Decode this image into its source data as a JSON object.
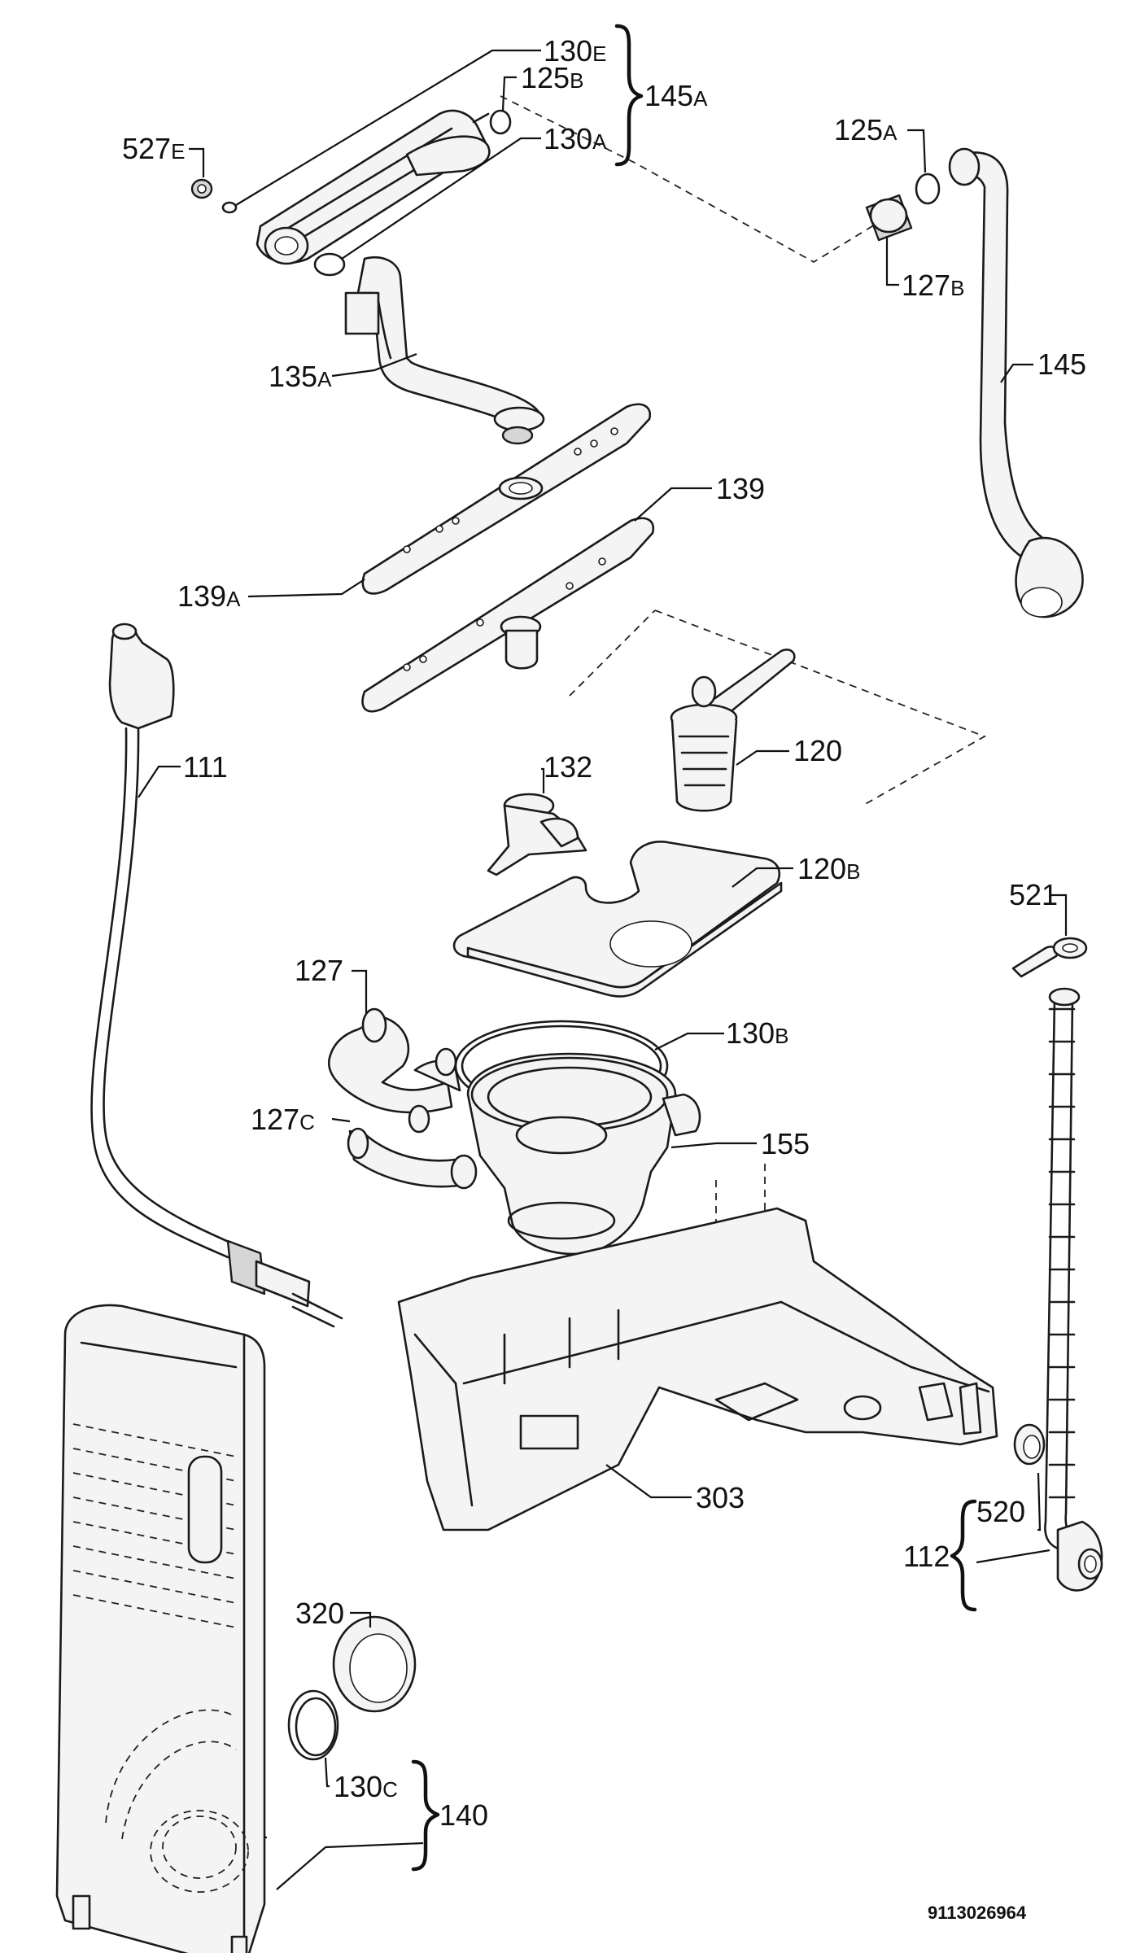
{
  "labels": {
    "l130e": {
      "num": "130",
      "sfx": "E"
    },
    "l125b": {
      "num": "125",
      "sfx": "B"
    },
    "l145a": {
      "num": "145",
      "sfx": "A"
    },
    "l130a": {
      "num": "130",
      "sfx": "A"
    },
    "l527e": {
      "num": "527",
      "sfx": "E"
    },
    "l125a": {
      "num": "125",
      "sfx": "A"
    },
    "l127b": {
      "num": "127",
      "sfx": "B"
    },
    "l145": {
      "num": "145"
    },
    "l135a": {
      "num": "135",
      "sfx": "A"
    },
    "l139": {
      "num": "139"
    },
    "l139a": {
      "num": "139",
      "sfx": "A"
    },
    "l111": {
      "num": "111"
    },
    "l120": {
      "num": "120"
    },
    "l132": {
      "num": "132"
    },
    "l120b": {
      "num": "120",
      "sfx": "B"
    },
    "l521": {
      "num": "521"
    },
    "l127": {
      "num": "127"
    },
    "l130b": {
      "num": "130",
      "sfx": "B"
    },
    "l127c": {
      "num": "127",
      "sfx": "C"
    },
    "l155": {
      "num": "155"
    },
    "l303": {
      "num": "303"
    },
    "l520": {
      "num": "520"
    },
    "l112": {
      "num": "112"
    },
    "l320": {
      "num": "320"
    },
    "l130c": {
      "num": "130",
      "sfx": "C"
    },
    "l140": {
      "num": "140"
    }
  },
  "diagram_code": "9113026964"
}
